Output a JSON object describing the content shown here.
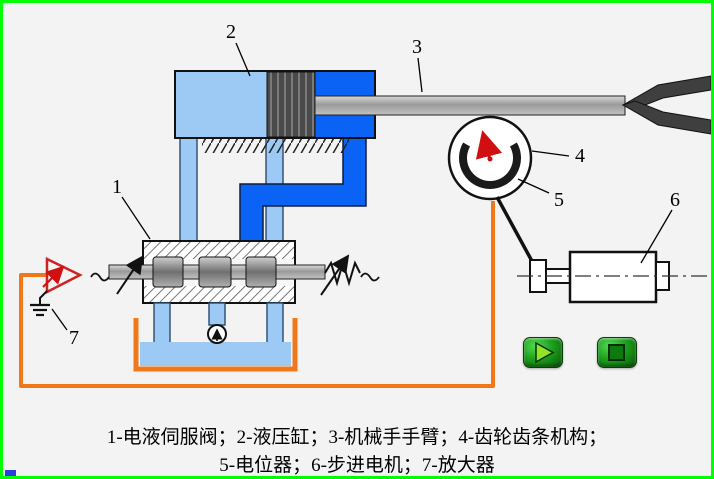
{
  "diagram": {
    "labels": {
      "servo_valve": "1",
      "cylinder": "2",
      "arm": "3",
      "gear_rack": "4",
      "potentiometer": "5",
      "stepper_motor": "6",
      "amplifier": "7"
    },
    "caption": {
      "line1": "1-电液伺服阀；2-液压缸；3-机械手手臂；4-齿轮齿条机构；",
      "line2": "5-电位器；6-步进电机；7-放大器"
    }
  },
  "controls": {
    "play_icon": "play",
    "stop_icon": "stop"
  },
  "colors": {
    "border_green": "#00ff00",
    "background": "#f3f3f3",
    "pipe_dark_blue": "#0b63f6",
    "pipe_light_blue": "#9dc9f5",
    "wire_orange": "#f07818",
    "needle_red": "#e01010",
    "button_green": "#149114",
    "amplifier_red": "#cc2222"
  }
}
